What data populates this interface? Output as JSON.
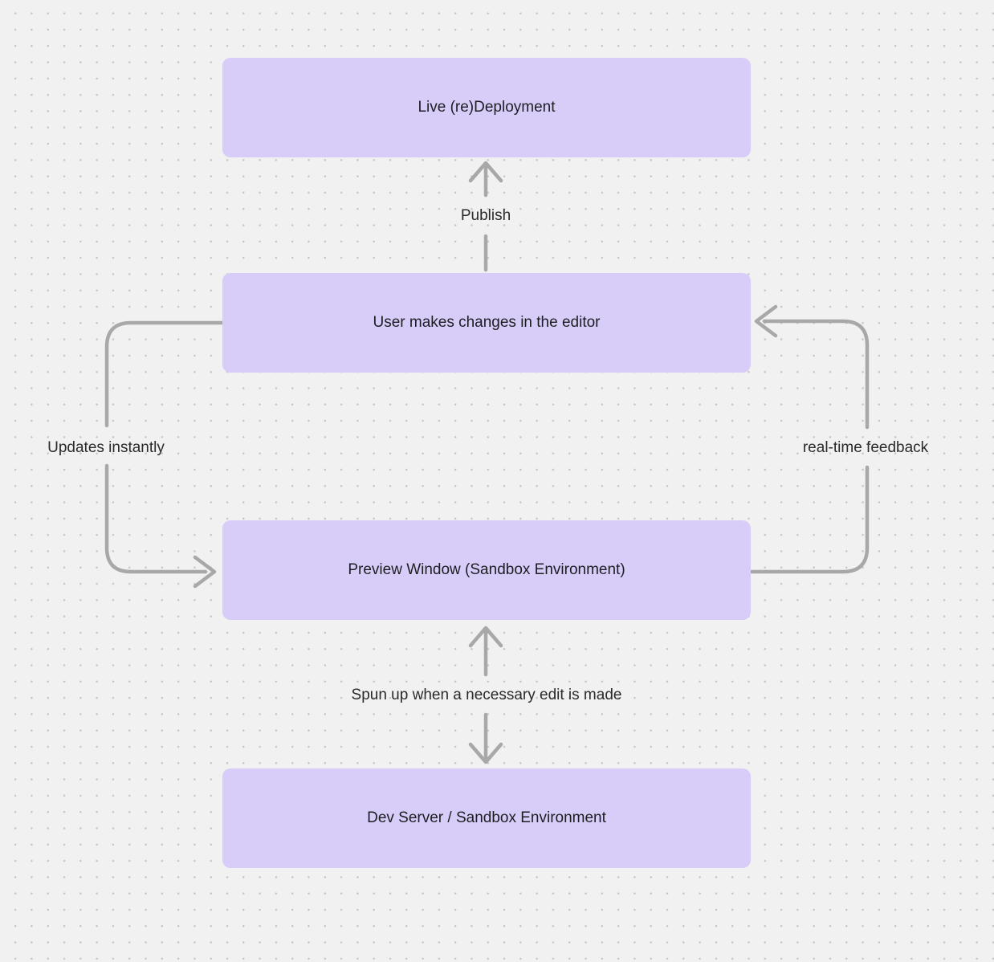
{
  "diagram": {
    "nodes": [
      {
        "id": "live-redeployment",
        "label": "Live (re)Deployment"
      },
      {
        "id": "user-editor",
        "label": "User makes changes in the editor"
      },
      {
        "id": "preview-window",
        "label": "Preview Window (Sandbox Environment)"
      },
      {
        "id": "dev-server",
        "label": "Dev Server / Sandbox Environment"
      }
    ],
    "edges": [
      {
        "id": "publish",
        "from": "user-editor",
        "to": "live-redeployment",
        "label": "Publish"
      },
      {
        "id": "updates-instantly",
        "from": "user-editor",
        "to": "preview-window",
        "label": "Updates instantly"
      },
      {
        "id": "real-time-feedback",
        "from": "preview-window",
        "to": "user-editor",
        "label": "real-time feedback"
      },
      {
        "id": "spun-up",
        "from": "dev-server",
        "to": "preview-window",
        "label": "Spun up when a necessary edit is made"
      }
    ]
  },
  "colors": {
    "background": "#f2f1f1",
    "grid_dot": "#c6c6c6",
    "node_fill": "#d7cdf8",
    "arrow_stroke": "#a8a8a8",
    "node_text": "#1e1e22",
    "label_text": "#2a2a2a"
  }
}
